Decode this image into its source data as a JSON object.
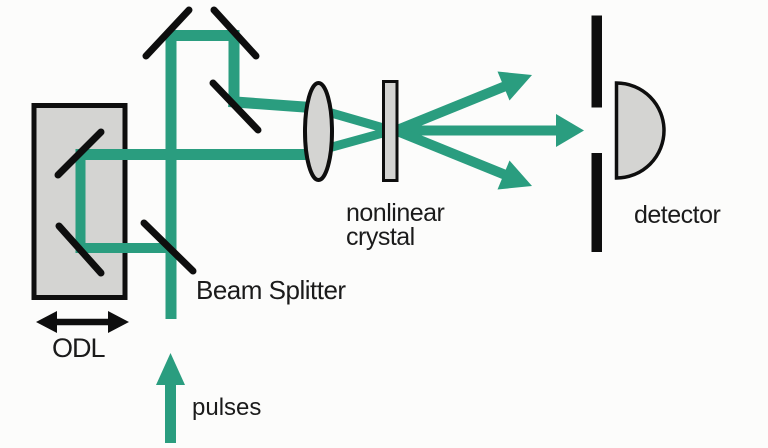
{
  "figure": {
    "labels": {
      "odl": "ODL",
      "beam_splitter": "Beam Splitter",
      "pulses": "pulses",
      "nonlinear_crystal": "nonlinear\ncrystal",
      "detector": "detector"
    },
    "colors": {
      "beam_green": "#2a9d7f",
      "component_fill": "#d4d4d2",
      "outline_black": "#0e0e0e",
      "text": "#1b1b1b",
      "background": "#fcfcfb"
    }
  }
}
